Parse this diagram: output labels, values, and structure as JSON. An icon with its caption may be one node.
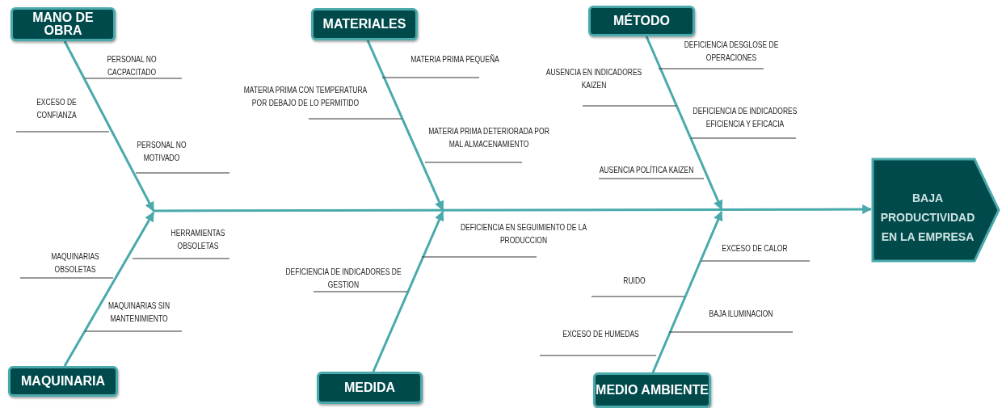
{
  "diagram": {
    "nodes": [
      {
        "text": [
          "MANO DE OBRA"
        ]
      },
      {
        "text": [
          "MATERIALES"
        ]
      },
      {
        "text": [
          "MÉTODO"
        ]
      },
      {
        "text": [
          "MAQUINARIA"
        ]
      },
      {
        "text": [
          "MEDIDA"
        ]
      },
      {
        "text": [
          "MEDIO AMBIENTE"
        ]
      },
      {
        "text": [
          "BAJA PRODUCTIVIDAD EN LA EMPRESA"
        ]
      }
    ],
    "edges": [
      {
        "from": 0,
        "to": null,
        "arrow": "to"
      },
      {
        "from": 1,
        "to": null,
        "arrow": "to"
      },
      {
        "from": 2,
        "to": null,
        "arrow": "to"
      },
      {
        "from": 3,
        "to": null,
        "arrow": "to"
      },
      {
        "from": 4,
        "to": null,
        "arrow": "to"
      },
      {
        "from": 5,
        "to": null,
        "arrow": "to"
      },
      {
        "from": null,
        "to": 6,
        "arrow": "to"
      }
    ],
    "labels": [
      "PERSONAL NO CACPACITADO",
      "EXCESO DE CONFIANZA",
      "PERSONAL NO MOTIVADO",
      "MATERIA PRIMA PEQUEÑA",
      "MATERIA PRIMA CON TEMPERATURA POR DEBAJO DE LO PERMITIDO",
      "MATERIA PRIMA DETERIORADA POR MAL ALMACENAMIENTO",
      "DEFICIENCIA DESGLOSE DE OPERACIONES",
      "AUSENCIA EN INDICADORES KAIZEN",
      "DEFICIENCIA DE INDICADORES EFICIENCIA Y EFICACIA",
      "AUSENCIA POLÍTICA KAIZEN",
      "HERRAMIENTAS OBSOLETAS",
      "MAQUINARIAS OBSOLETAS",
      "MAQUINARIAS SIN MANTENIMIENTO",
      "DEFICIENCIA EN SEGUIMIENTO DE LA PRODUCCION",
      "DEFICIENCIA DE INDICADORES DE GESTION",
      "EXCESO DE CALOR",
      "RUIDO",
      "BAJA ILUMINACION",
      "EXCESO DE HUMEDAS"
    ]
  }
}
